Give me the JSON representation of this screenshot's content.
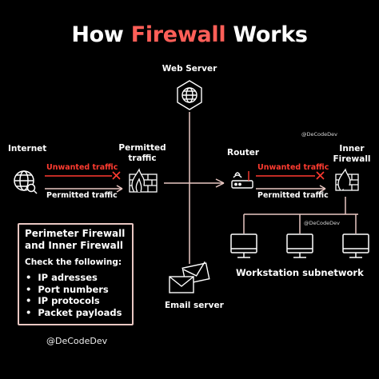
{
  "title": {
    "part1": "How",
    "part2": "Firewall",
    "part3": "Works"
  },
  "nodes": {
    "web_server": "Web Server",
    "internet": "Internet",
    "permitted_traffic_node_line1": "Permitted",
    "permitted_traffic_node_line2": "traffic",
    "router": "Router",
    "inner_firewall_line1": "Inner",
    "inner_firewall_line2": "Firewall",
    "email_server": "Email server",
    "workstation_subnetwork": "Workstation subnetwork"
  },
  "flows": {
    "left_unwanted": "Unwanted traffic",
    "left_permitted": "Permitted traffic",
    "right_unwanted": "Unwanted traffic",
    "right_permitted": "Permitted traffic"
  },
  "watermarks": {
    "top_right": "@DeCodeDev",
    "workstations": "@DeCodeDev"
  },
  "info_box": {
    "title_line1": "Perimeter Firewall",
    "title_line2": "and Inner Firewall",
    "subtitle": "Check the following:",
    "items": [
      "IP adresses",
      "Port numbers",
      "IP protocols",
      "Packet payloads"
    ]
  },
  "footer": "@DeCodeDev",
  "colors": {
    "accent": "#ff5f58",
    "line": "#e9c7c2",
    "unwanted": "#ff3b30"
  },
  "icons": [
    "globe-search-icon",
    "firewall-icon",
    "web-server-icon",
    "router-icon",
    "email-icon",
    "monitor-icon"
  ]
}
